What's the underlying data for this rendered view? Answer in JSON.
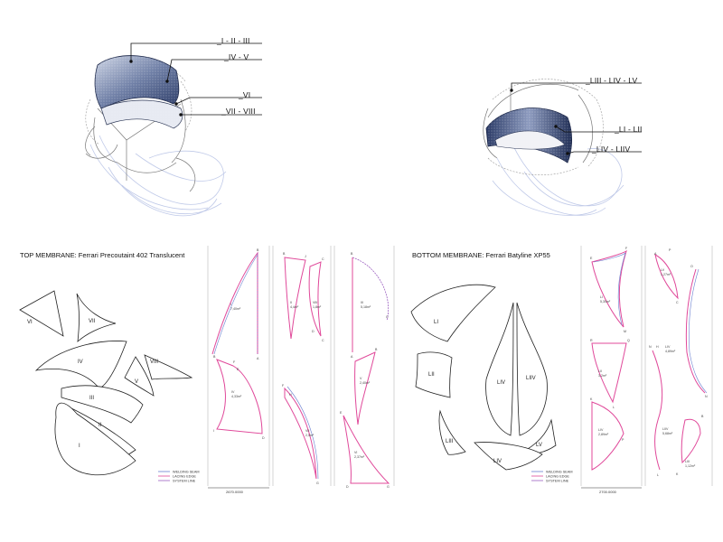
{
  "callouts_left": [
    "_I - II - III",
    "_IV - V",
    "_VI",
    "_VII - VIII"
  ],
  "callouts_right": [
    "_LIII - LIV - LV",
    "_LI - LII",
    "_LIV - LIIV"
  ],
  "top_membrane": {
    "title": "TOP MEMBRANE: Ferrari Precoutaint 402 Translucent",
    "pieces": [
      "VI",
      "VII",
      "IV",
      "VIII",
      "V",
      "III",
      "II",
      "I"
    ],
    "dimension": "2670.0000",
    "panel_labels": [
      {
        "name": "I",
        "area": "7,40m²"
      },
      {
        "name": "II",
        "area": "4,4m²"
      },
      {
        "name": "VIII",
        "area": "1,8m²"
      },
      {
        "name": "III",
        "area": "5,18m²"
      },
      {
        "name": "IV",
        "area": "4,33m²"
      },
      {
        "name": "VII",
        "area": "2,5m²"
      },
      {
        "name": "V",
        "area": "2,40m²"
      },
      {
        "name": "VI",
        "area": "2,37m²"
      }
    ],
    "point_letters": [
      "B",
      "A",
      "B",
      "J",
      "C",
      "D",
      "C",
      "B",
      "A",
      "B",
      "F",
      "E",
      "D",
      "I",
      "F",
      "G",
      "H",
      "C",
      "B",
      "E",
      "D",
      "G"
    ]
  },
  "bottom_membrane": {
    "title": "BOTTOM MEMBRANE: Ferrari Batyline XP55",
    "pieces": [
      "LI",
      "LII",
      "LIV",
      "LIIV",
      "LIII",
      "LV",
      "LIV"
    ],
    "dimension": "2700.0000",
    "panel_labels": [
      {
        "name": "LI",
        "area": "5,30m²"
      },
      {
        "name": "LII",
        "area": "3,2m²"
      },
      {
        "name": "LIV",
        "area": "2,89m²"
      },
      {
        "name": "LV",
        "area": "1,27m²"
      },
      {
        "name": "LIV",
        "area": "4,89m²"
      },
      {
        "name": "LIIV",
        "area": "5,68m²"
      },
      {
        "name": "LIII",
        "area": "1,12m²"
      }
    ],
    "point_letters": [
      "E",
      "F",
      "M",
      "R",
      "Q",
      "K",
      "L",
      "P",
      "A",
      "P",
      "O",
      "C",
      "N",
      "H",
      "N",
      "K",
      "B",
      "L"
    ]
  },
  "legend": [
    "WELDING SEAM",
    "LACING EDGE",
    "SYSTEM LINE"
  ],
  "colors": {
    "welding_seam": "#6a7fd0",
    "lacing_edge": "#e0499a",
    "system_line": "#9b5fc0",
    "shade": "#1e2f5e"
  }
}
